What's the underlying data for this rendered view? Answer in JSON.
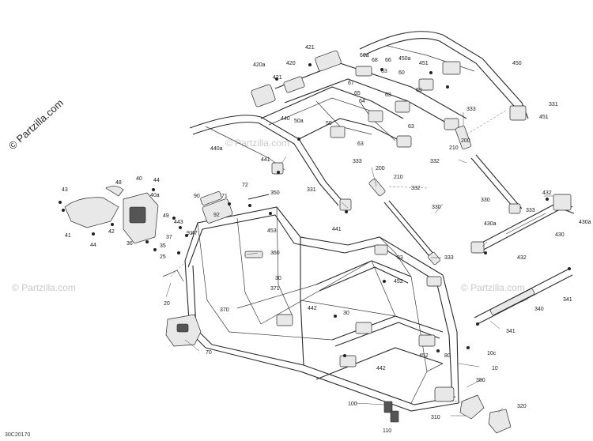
{
  "watermark": {
    "main": "© Partzilla.com",
    "faint": "© Partzilla.com"
  },
  "diagram_code": "30C20170",
  "callouts": [
    {
      "id": "c421a",
      "text": "421"
    },
    {
      "id": "c420",
      "text": "420"
    },
    {
      "id": "c420a",
      "text": "420a"
    },
    {
      "id": "c421b",
      "text": "421"
    },
    {
      "id": "c440",
      "text": "440"
    },
    {
      "id": "c440a",
      "text": "440a"
    },
    {
      "id": "c441a",
      "text": "441"
    },
    {
      "id": "c441b",
      "text": "441"
    },
    {
      "id": "c50a",
      "text": "50a"
    },
    {
      "id": "c50",
      "text": "50"
    },
    {
      "id": "c60a",
      "text": "60a"
    },
    {
      "id": "c68",
      "text": "68"
    },
    {
      "id": "c66",
      "text": "66"
    },
    {
      "id": "c450a",
      "text": "450a"
    },
    {
      "id": "c63a",
      "text": "63"
    },
    {
      "id": "c60",
      "text": "60"
    },
    {
      "id": "c67",
      "text": "67"
    },
    {
      "id": "c65",
      "text": "65"
    },
    {
      "id": "c64",
      "text": "64"
    },
    {
      "id": "c63b",
      "text": "63"
    },
    {
      "id": "c63c",
      "text": "63"
    },
    {
      "id": "c63d",
      "text": "63"
    },
    {
      "id": "c63e",
      "text": "63"
    },
    {
      "id": "c451a",
      "text": "451"
    },
    {
      "id": "c450",
      "text": "450"
    },
    {
      "id": "c451b",
      "text": "451"
    },
    {
      "id": "c331a",
      "text": "331"
    },
    {
      "id": "c333a",
      "text": "333"
    },
    {
      "id": "c200a",
      "text": "200"
    },
    {
      "id": "c210a",
      "text": "210"
    },
    {
      "id": "c332a",
      "text": "332"
    },
    {
      "id": "c330a",
      "text": "330"
    },
    {
      "id": "c333b",
      "text": "333"
    },
    {
      "id": "c200b",
      "text": "200"
    },
    {
      "id": "c210b",
      "text": "210"
    },
    {
      "id": "c332b",
      "text": "332"
    },
    {
      "id": "c331b",
      "text": "331"
    },
    {
      "id": "c330b",
      "text": "330"
    },
    {
      "id": "c333c",
      "text": "333"
    },
    {
      "id": "c432a",
      "text": "432"
    },
    {
      "id": "c333d",
      "text": "333"
    },
    {
      "id": "c430a1",
      "text": "430a"
    },
    {
      "id": "c430a2",
      "text": "430a"
    },
    {
      "id": "c430",
      "text": "430"
    },
    {
      "id": "c432b",
      "text": "432"
    },
    {
      "id": "c350",
      "text": "350"
    },
    {
      "id": "c72",
      "text": "72"
    },
    {
      "id": "c71",
      "text": "71"
    },
    {
      "id": "c90",
      "text": "90"
    },
    {
      "id": "c92",
      "text": "92"
    },
    {
      "id": "c453",
      "text": "453"
    },
    {
      "id": "c360",
      "text": "360"
    },
    {
      "id": "c33",
      "text": "33"
    },
    {
      "id": "c452a",
      "text": "452"
    },
    {
      "id": "c30a",
      "text": "30"
    },
    {
      "id": "c371",
      "text": "371"
    },
    {
      "id": "c370",
      "text": "370"
    },
    {
      "id": "c442a",
      "text": "442"
    },
    {
      "id": "c30b",
      "text": "30"
    },
    {
      "id": "c452b",
      "text": "452"
    },
    {
      "id": "c80",
      "text": "80"
    },
    {
      "id": "c442b",
      "text": "442"
    },
    {
      "id": "c10c",
      "text": "10c"
    },
    {
      "id": "c10",
      "text": "10"
    },
    {
      "id": "c380",
      "text": "380"
    },
    {
      "id": "c340",
      "text": "340"
    },
    {
      "id": "c341a",
      "text": "341"
    },
    {
      "id": "c341b",
      "text": "341"
    },
    {
      "id": "c48",
      "text": "48"
    },
    {
      "id": "c40",
      "text": "40"
    },
    {
      "id": "c44a",
      "text": "44"
    },
    {
      "id": "c40a",
      "text": "40a"
    },
    {
      "id": "c43",
      "text": "43"
    },
    {
      "id": "c49",
      "text": "49"
    },
    {
      "id": "c443",
      "text": "443"
    },
    {
      "id": "c42",
      "text": "42"
    },
    {
      "id": "c47",
      "text": "47"
    },
    {
      "id": "c41",
      "text": "41"
    },
    {
      "id": "c44b",
      "text": "44"
    },
    {
      "id": "c36",
      "text": "36"
    },
    {
      "id": "c35",
      "text": "35"
    },
    {
      "id": "c37",
      "text": "37"
    },
    {
      "id": "c91",
      "text": "91"
    },
    {
      "id": "c25",
      "text": "25"
    },
    {
      "id": "c20",
      "text": "20"
    },
    {
      "id": "c70",
      "text": "70"
    },
    {
      "id": "c100",
      "text": "100"
    },
    {
      "id": "c110",
      "text": "110"
    },
    {
      "id": "c310",
      "text": "310"
    },
    {
      "id": "c320",
      "text": "320"
    }
  ]
}
